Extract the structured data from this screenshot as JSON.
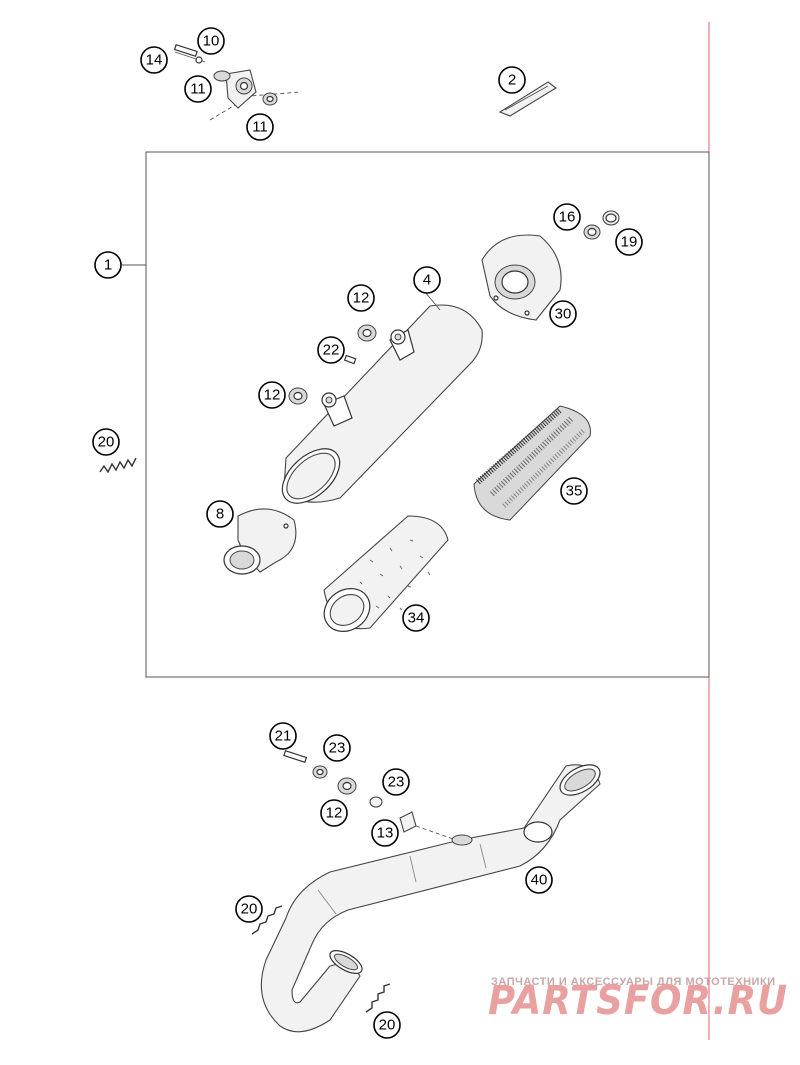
{
  "callouts": {
    "c1": "1",
    "c2": "2",
    "c4": "4",
    "c8": "8",
    "c10": "10",
    "c11a": "11",
    "c11b": "11",
    "c12a": "12",
    "c12b": "12",
    "c12c": "12",
    "c13": "13",
    "c14": "14",
    "c16": "16",
    "c19": "19",
    "c20a": "20",
    "c20b": "20",
    "c20c": "20",
    "c21": "21",
    "c22": "22",
    "c23a": "23",
    "c23b": "23",
    "c30": "30",
    "c34": "34",
    "c35": "35",
    "c40": "40"
  },
  "watermark": {
    "caption": "ЗАПЧАСТИ И АКСЕССУАРЫ ДЛЯ МОТОТЕХНИКИ",
    "logo": "PARTSFOR.RU"
  },
  "colors": {
    "margin_line": "#e06070",
    "watermark_logo": "#e8a0a0",
    "watermark_caption": "#c8a8a8"
  }
}
